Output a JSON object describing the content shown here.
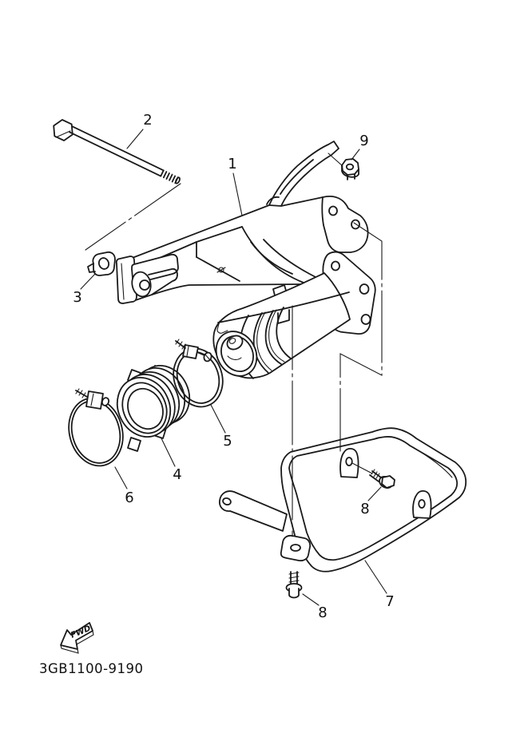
{
  "diagram": {
    "part_code": "3GB1100-9190",
    "fwd_label": "FWD",
    "line_color": "#1a1a1a",
    "background": "#ffffff",
    "callouts": [
      {
        "id": "1",
        "text": "1"
      },
      {
        "id": "2",
        "text": "2"
      },
      {
        "id": "3",
        "text": "3"
      },
      {
        "id": "4",
        "text": "4"
      },
      {
        "id": "5",
        "text": "5"
      },
      {
        "id": "6",
        "text": "6"
      },
      {
        "id": "7",
        "text": "7"
      },
      {
        "id": "8a",
        "text": "8"
      },
      {
        "id": "8b",
        "text": "8"
      },
      {
        "id": "9",
        "text": "9"
      }
    ]
  }
}
